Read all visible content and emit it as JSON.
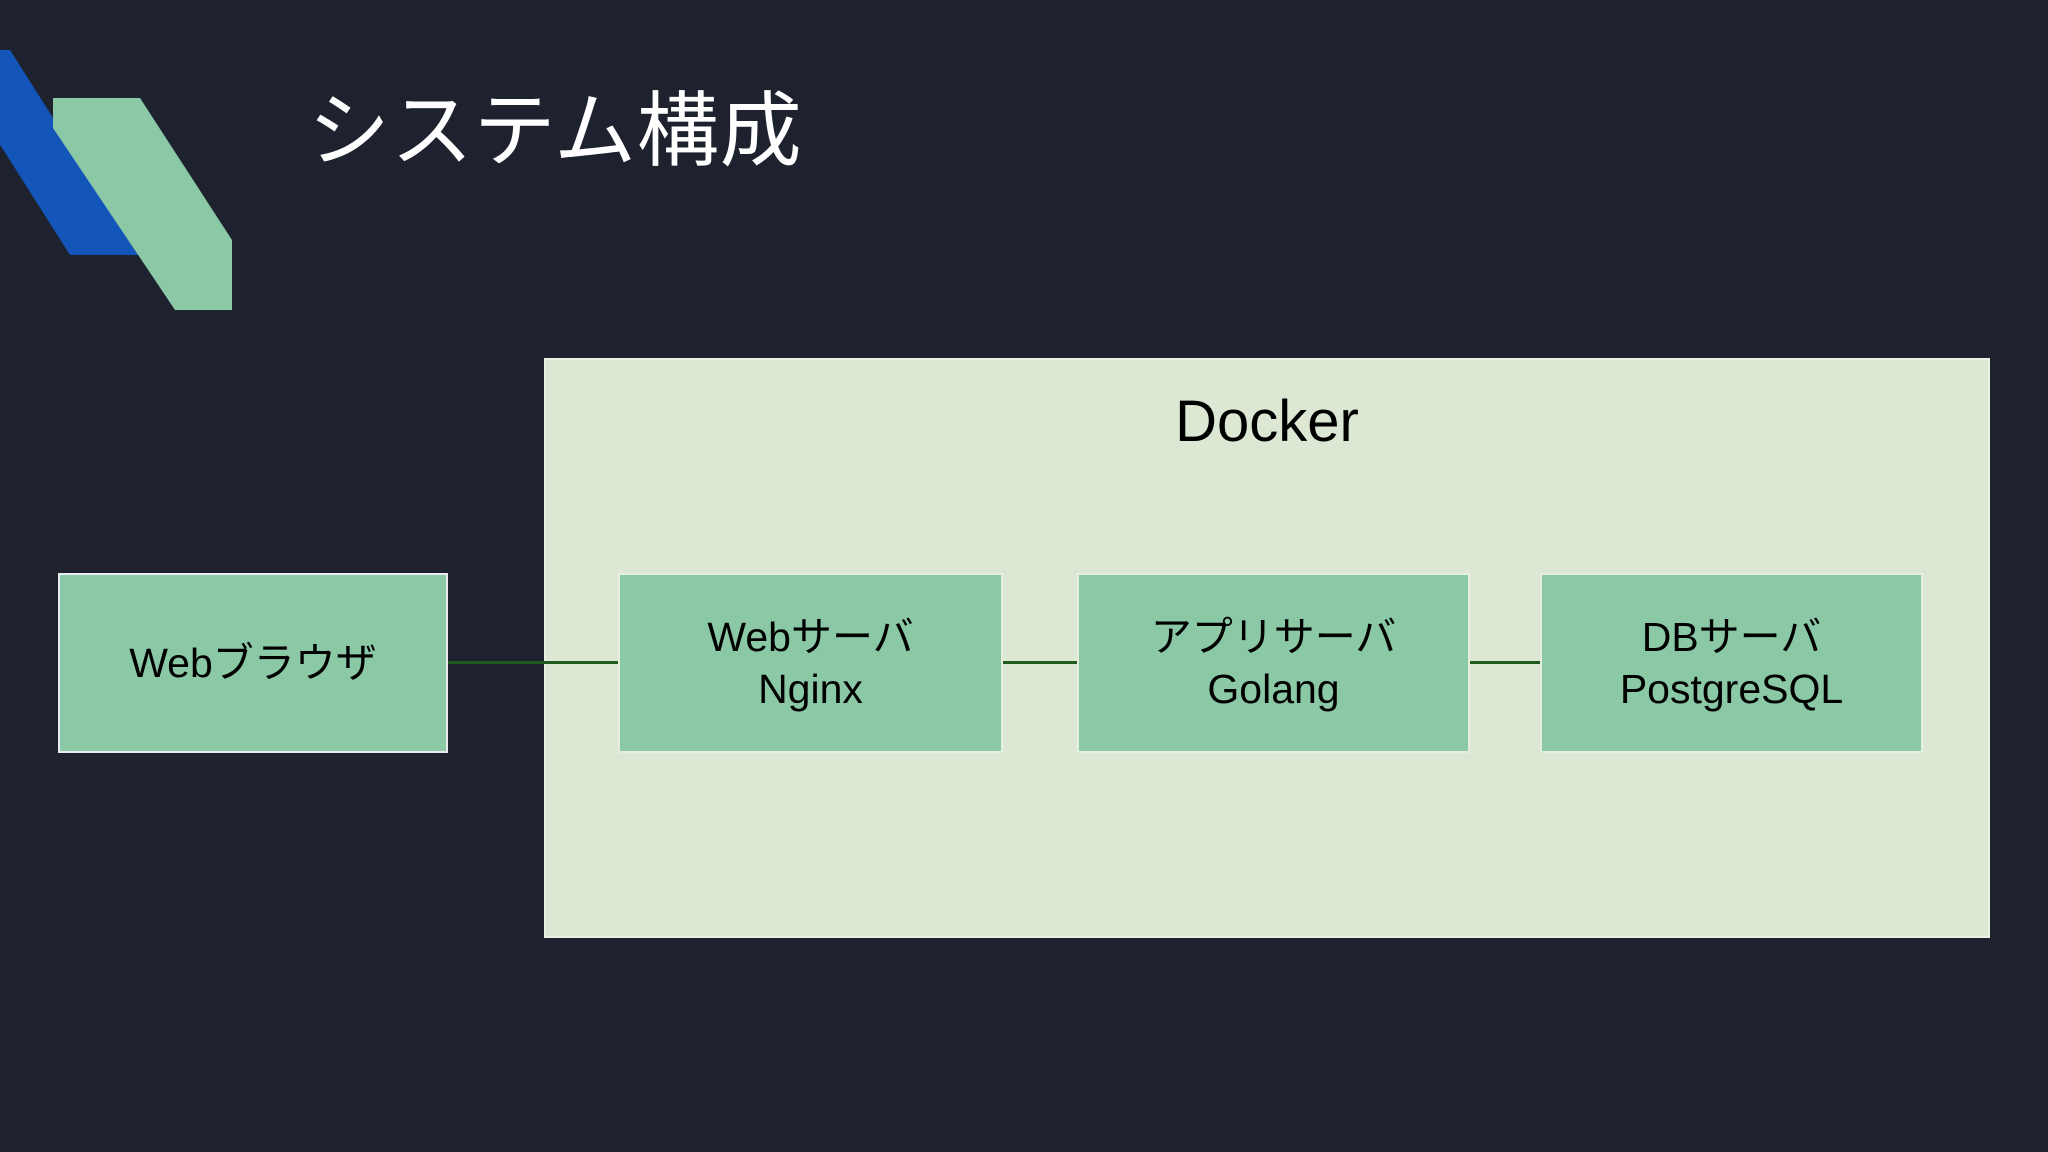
{
  "slide": {
    "title": "システム構成",
    "background_color": "#1e222f",
    "title_color": "#ffffff"
  },
  "logo": {
    "name": "corner-ribbon-logo",
    "blue_color": "#1355b8",
    "green_color": "#8ac8a6"
  },
  "diagram": {
    "type": "architecture",
    "container": {
      "label": "Docker",
      "fill_color": "#dce8d4",
      "border_color": "#e9f1e4",
      "text_color": "#000000"
    },
    "node_fill_color": "#8ac8a6",
    "node_border_color": "#e4efe0",
    "connector_color": "#1f5a1f",
    "nodes": [
      {
        "id": "browser",
        "line1": "Webブラウザ",
        "line2": "",
        "inside_container": false
      },
      {
        "id": "web-server",
        "line1": "Webサーバ",
        "line2": "Nginx",
        "inside_container": true
      },
      {
        "id": "app-server",
        "line1": "アプリサーバ",
        "line2": "Golang",
        "inside_container": true
      },
      {
        "id": "db-server",
        "line1": "DBサーバ",
        "line2": "PostgreSQL",
        "inside_container": true
      }
    ],
    "connections": [
      {
        "from": "browser",
        "to": "web-server"
      },
      {
        "from": "web-server",
        "to": "app-server"
      },
      {
        "from": "app-server",
        "to": "db-server"
      }
    ]
  }
}
